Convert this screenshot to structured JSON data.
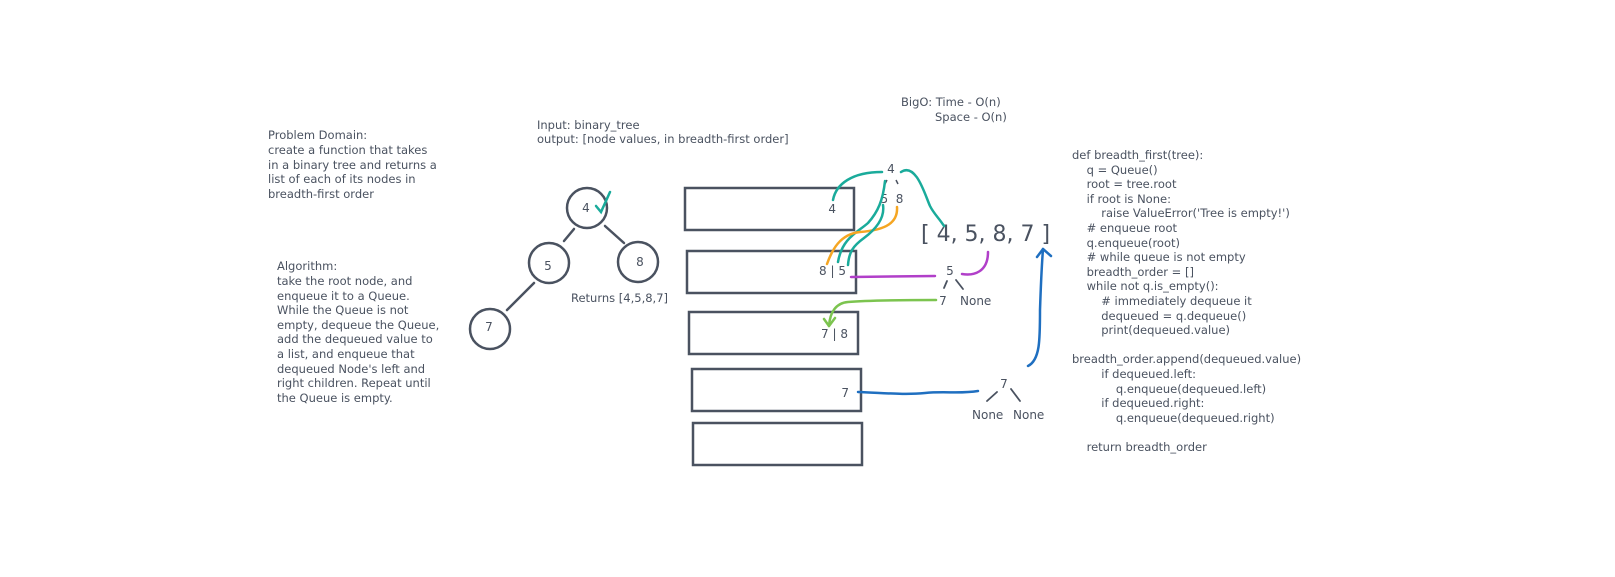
{
  "problem_domain": {
    "heading": "Problem Domain:",
    "lines": [
      "create a function that takes",
      "in a binary tree and returns a",
      "list of each of its nodes in",
      "breadth-first order"
    ]
  },
  "algorithm": {
    "heading": "Algorithm:",
    "lines": [
      "take the root node, and",
      "enqueue it to a Queue.",
      "While the Queue is not",
      "empty, dequeue the Queue,",
      "add the dequeued value to",
      "a list, and enqueue that",
      "dequeued Node's left and",
      "right children. Repeat until",
      "the Queue is empty."
    ]
  },
  "io": {
    "input": "Input: binary_tree",
    "output": "output: [node values, in breadth-first order]"
  },
  "bigo": {
    "time": "BigO: Time - O(n)",
    "space": "Space - O(n)"
  },
  "tree": {
    "nodes": [
      "4",
      "5",
      "8",
      "7"
    ],
    "returns": "Returns [4,5,8,7]"
  },
  "queue": {
    "rows": [
      "4",
      "8 | 5",
      "7 | 8",
      "7",
      ""
    ]
  },
  "trace": {
    "top_root": "4",
    "top_children": "5  8",
    "result": "[ 4, 5, 8, 7 ]",
    "node5": "5",
    "node5_left": "7",
    "node5_right": "None",
    "node7": "7",
    "node7_left": "None",
    "node7_right": "None"
  },
  "code": {
    "lines": [
      "def breadth_first(tree):",
      "    q = Queue()",
      "    root = tree.root",
      "    if root is None:",
      "        raise ValueError('Tree is empty!')",
      "    # enqueue root",
      "    q.enqueue(root)",
      "    # while queue is not empty",
      "    breadth_order = []",
      "    while not q.is_empty():",
      "        # immediately dequeue it",
      "        dequeued = q.dequeue()",
      "        print(dequeued.value)",
      "",
      "breadth_order.append(dequeued.value)",
      "        if dequeued.left:",
      "            q.enqueue(dequeued.left)",
      "        if dequeued.right:",
      "            q.enqueue(dequeued.right)",
      "",
      "    return breadth_order"
    ]
  },
  "colors": {
    "ink": "#4a5260",
    "teal": "#1aab9b",
    "orange": "#f5a623",
    "purple": "#b13fc9",
    "green": "#7cc44f",
    "blue": "#1f6fc0"
  }
}
